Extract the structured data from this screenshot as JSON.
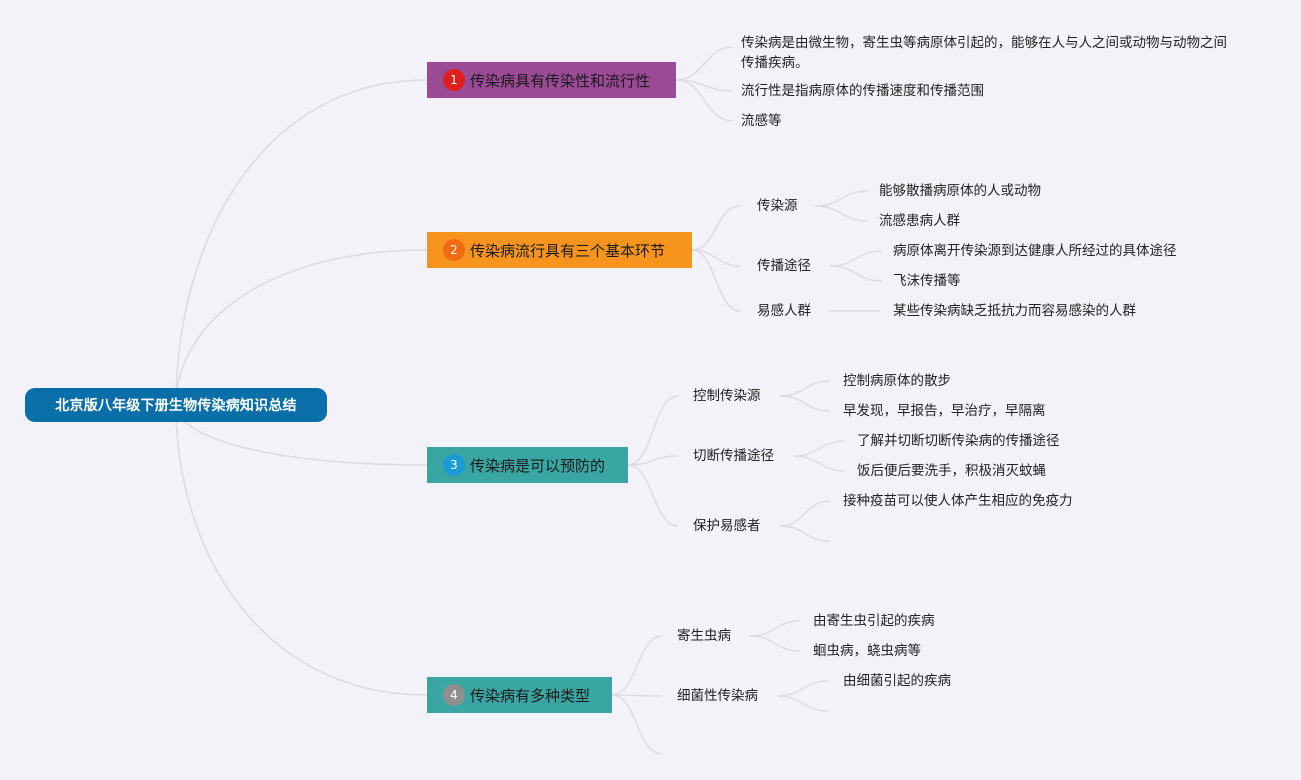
{
  "root": {
    "label": "北京版八年级下册生物传染病知识总结"
  },
  "colors": {
    "background": "#f3f2f8",
    "root": "#0a6ea8",
    "line": "#dcdbe2"
  },
  "topics": [
    {
      "number": "1",
      "label": "传染病具有传染性和流行性",
      "color": "#9b4a96",
      "badge_color": "#e01e1e",
      "leaves": [
        "传染病是由微生物，寄生虫等病原体引起的，能够在人与人之间或动物与动物之间传播疾病。",
        "流行性是指病原体的传播速度和传播范围",
        "流感等"
      ]
    },
    {
      "number": "2",
      "label": "传染病流行具有三个基本环节",
      "color": "#f7941d",
      "badge_color": "#f26a12",
      "subs": [
        {
          "label": "传染源",
          "leaves": [
            "能够散播病原体的人或动物",
            "流感患病人群"
          ]
        },
        {
          "label": "传播途径",
          "leaves": [
            "病原体离开传染源到达健康人所经过的具体途径",
            "飞沫传播等"
          ]
        },
        {
          "label": "易感人群",
          "leaves": [
            "某些传染病缺乏抵抗力而容易感染的人群"
          ]
        }
      ]
    },
    {
      "number": "3",
      "label": "传染病是可以预防的",
      "color": "#3aa6a3",
      "badge_color": "#1a9ad6",
      "subs": [
        {
          "label": "控制传染源",
          "leaves": [
            "控制病原体的散步",
            "早发现，早报告，早治疗，早隔离"
          ]
        },
        {
          "label": "切断传播途径",
          "leaves": [
            "了解并切断切断传染病的传播途径",
            "饭后便后要洗手，积极消灭蚊蝇"
          ]
        },
        {
          "label": "保护易感者",
          "leaves": [
            "接种疫苗可以使人体产生相应的免疫力",
            ""
          ]
        }
      ]
    },
    {
      "number": "4",
      "label": "传染病有多种类型",
      "color": "#3aa6a3",
      "badge_color": "#8f8f8f",
      "subs": [
        {
          "label": "寄生虫病",
          "leaves": [
            "由寄生虫引起的疾病",
            "蛔虫病，蛲虫病等"
          ]
        },
        {
          "label": "细菌性传染病",
          "leaves": [
            "由细菌引起的疾病",
            ""
          ]
        },
        {
          "label": "",
          "leaves": []
        }
      ]
    }
  ]
}
